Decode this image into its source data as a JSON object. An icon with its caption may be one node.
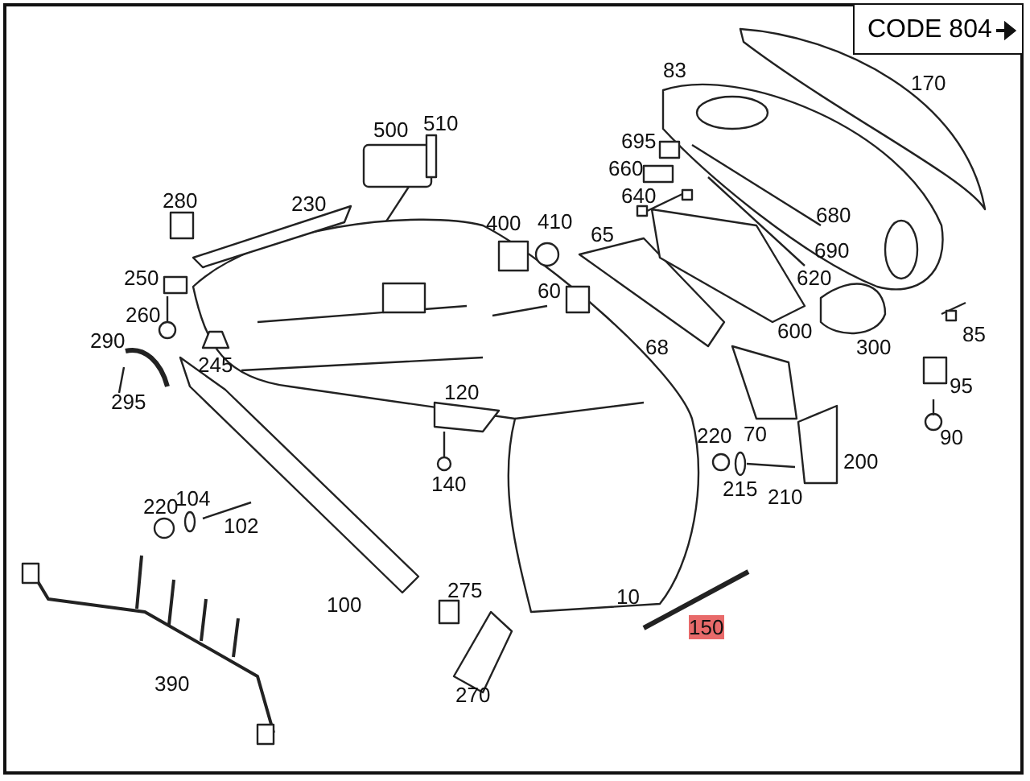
{
  "diagram": {
    "labels": [
      "CODE 804",
      "83",
      "170",
      "500",
      "510",
      "695",
      "660",
      "640",
      "280",
      "230",
      "680",
      "400",
      "410",
      "65",
      "690",
      "250",
      "620",
      "60",
      "260",
      "600",
      "300",
      "85",
      "290",
      "245",
      "68",
      "295",
      "95",
      "120",
      "70",
      "90",
      "220",
      "200",
      "140",
      "215",
      "210",
      "220",
      "104",
      "102",
      "100",
      "275",
      "10",
      "150",
      "390",
      "270"
    ]
  }
}
